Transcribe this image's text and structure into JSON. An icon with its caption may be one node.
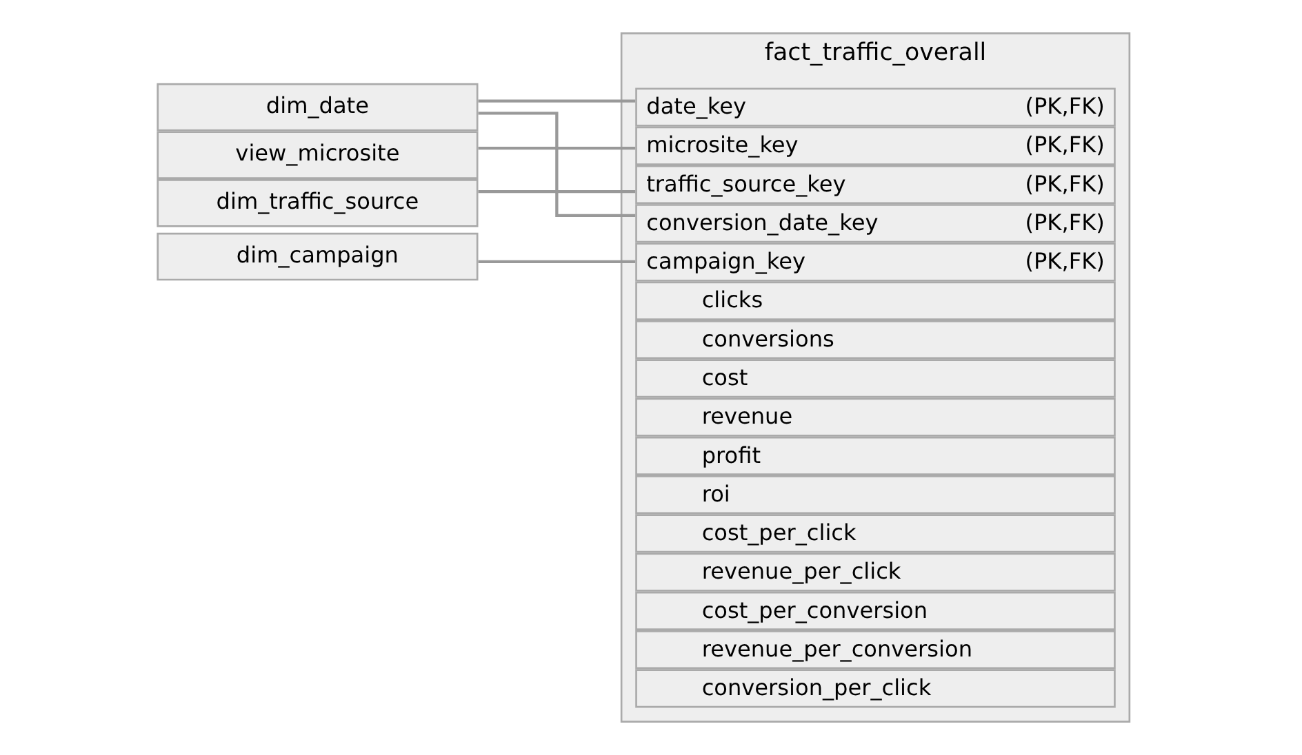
{
  "diagram": {
    "nodes": [
      {
        "text": [
          "dim_date"
        ]
      },
      {
        "text": [
          "view_microsite"
        ]
      },
      {
        "text": [
          "dim_traffic_source"
        ]
      },
      {
        "text": [
          "dim_campaign"
        ]
      },
      {
        "text": [
          "fact_traffic_overall"
        ]
      },
      {
        "text": [
          "date_key",
          "(PK,FK)"
        ],
        "in": 4
      },
      {
        "text": [
          "microsite_key",
          "(PK,FK)"
        ],
        "in": 4
      },
      {
        "text": [
          "traffic_source_key",
          "(PK,FK)"
        ],
        "in": 4
      },
      {
        "text": [
          "conversion_date_key",
          "(PK,FK)"
        ],
        "in": 4
      },
      {
        "text": [
          "campaign_key",
          "(PK,FK)"
        ],
        "in": 4
      },
      {
        "text": [
          "clicks"
        ],
        "in": 4
      },
      {
        "text": [
          "conversions"
        ],
        "in": 4
      },
      {
        "text": [
          "cost"
        ],
        "in": 4
      },
      {
        "text": [
          "revenue"
        ],
        "in": 4
      },
      {
        "text": [
          "profit"
        ],
        "in": 4
      },
      {
        "text": [
          "roi"
        ],
        "in": 4
      },
      {
        "text": [
          "cost_per_click"
        ],
        "in": 4
      },
      {
        "text": [
          "revenue_per_click"
        ],
        "in": 4
      },
      {
        "text": [
          "cost_per_conversion"
        ],
        "in": 4
      },
      {
        "text": [
          "revenue_per_conversion"
        ],
        "in": 4
      },
      {
        "text": [
          "conversion_per_click"
        ],
        "in": 4
      }
    ],
    "edges": [
      {
        "from": 0,
        "to": 5,
        "arrow": "none"
      },
      {
        "from": 1,
        "to": 6,
        "arrow": "none"
      },
      {
        "from": 2,
        "to": 7,
        "arrow": "none"
      },
      {
        "from": 0,
        "to": 8,
        "arrow": "none"
      },
      {
        "from": 3,
        "to": 9,
        "arrow": "none"
      }
    ]
  }
}
